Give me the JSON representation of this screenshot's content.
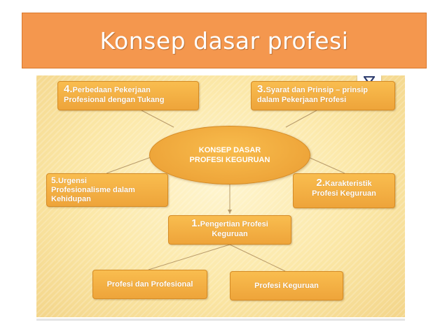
{
  "title": "Konsep dasar profesi",
  "diagram": {
    "center": {
      "line1": "KONSEP DASAR",
      "line2": "PROFESI KEGURUAN"
    },
    "boxes": {
      "b4": {
        "num": "4.",
        "text1": "Perbedaan Pekerjaan",
        "text2": "Profesional dengan Tukang"
      },
      "b3": {
        "num": "3.",
        "text1": "Syarat dan Prinsip – prinsip",
        "text2": "dalam Pekerjaan Profesi"
      },
      "b5": {
        "num": "5.",
        "text1": "Urgensi",
        "text2": "Profesionalisme dalam",
        "text3": "Kehidupan"
      },
      "b2": {
        "num": "2.",
        "text1": "Karakteristik",
        "text2": "Profesi Keguruan"
      },
      "b1": {
        "num": "1.",
        "text1": "Pengertian Profesi",
        "text2": "Keguruan"
      },
      "leaf_left": {
        "text": "Profesi dan Profesional"
      },
      "leaf_right": {
        "text": "Profesi Keguruan"
      }
    },
    "colors": {
      "banner": "#f4974e",
      "box": "#f0a83c",
      "background": "#fbe7a6"
    },
    "icons": {
      "corner": "bookmark-icon"
    }
  }
}
